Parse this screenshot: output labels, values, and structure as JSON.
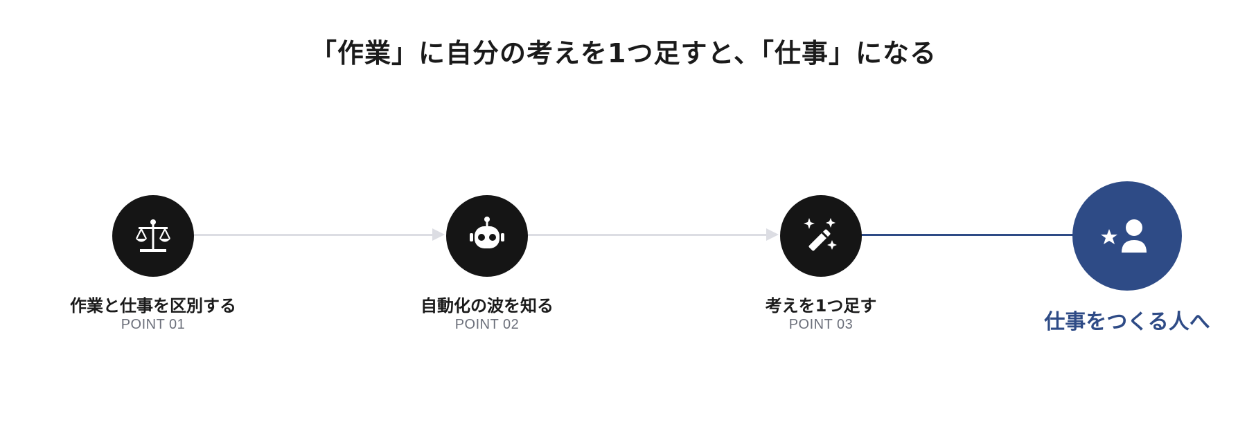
{
  "title": "「作業」に自分の考えを1つ足すと、「仕事」になる",
  "steps": [
    {
      "label": "作業と仕事を区別する",
      "sub": "POINT 01",
      "icon": "balance-scale-icon"
    },
    {
      "label": "自動化の波を知る",
      "sub": "POINT 02",
      "icon": "robot-icon"
    },
    {
      "label": "考えを1つ足す",
      "sub": "POINT 03",
      "icon": "magic-wand-icon"
    }
  ],
  "final": {
    "label": "仕事をつくる人へ",
    "icon": "person-star-icon"
  },
  "colors": {
    "node": "#151515",
    "accent": "#2e4b86",
    "connector": "#dcdde3",
    "sub_text": "#6b6f7a"
  }
}
